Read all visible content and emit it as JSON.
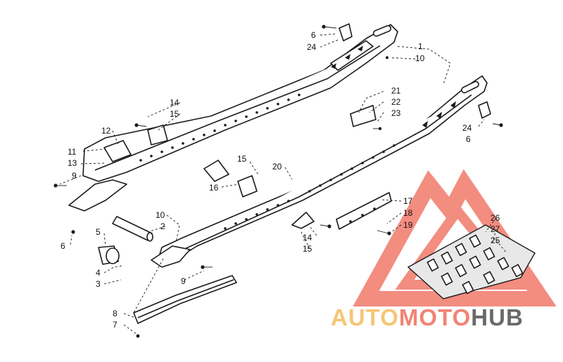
{
  "callouts": {
    "c1": "1",
    "c10a": "10",
    "c6a": "6",
    "c24a": "24",
    "c21": "21",
    "c22": "22",
    "c23": "23",
    "c24b": "24",
    "c6b": "6",
    "c14a": "14",
    "c15a": "15",
    "c12": "12",
    "c11": "11",
    "c13": "13",
    "c9a": "9",
    "c15b": "15",
    "c16": "16",
    "c20": "20",
    "c17": "17",
    "c18": "18",
    "c19": "19",
    "c14b": "14",
    "c15c": "15",
    "c10b": "10",
    "c2": "2",
    "c5": "5",
    "c6c": "6",
    "c4": "4",
    "c3": "3",
    "c9b": "9",
    "c8": "8",
    "c7": "7",
    "c26": "26",
    "c27": "27",
    "c25": "25"
  },
  "watermark": {
    "text_auto": "AUTO",
    "text_moto": "MOTO",
    "text_hub": "HUB",
    "color_light": "#f5c26b",
    "color_red": "#f07a6a",
    "color_dark": "#5e5e5e"
  }
}
